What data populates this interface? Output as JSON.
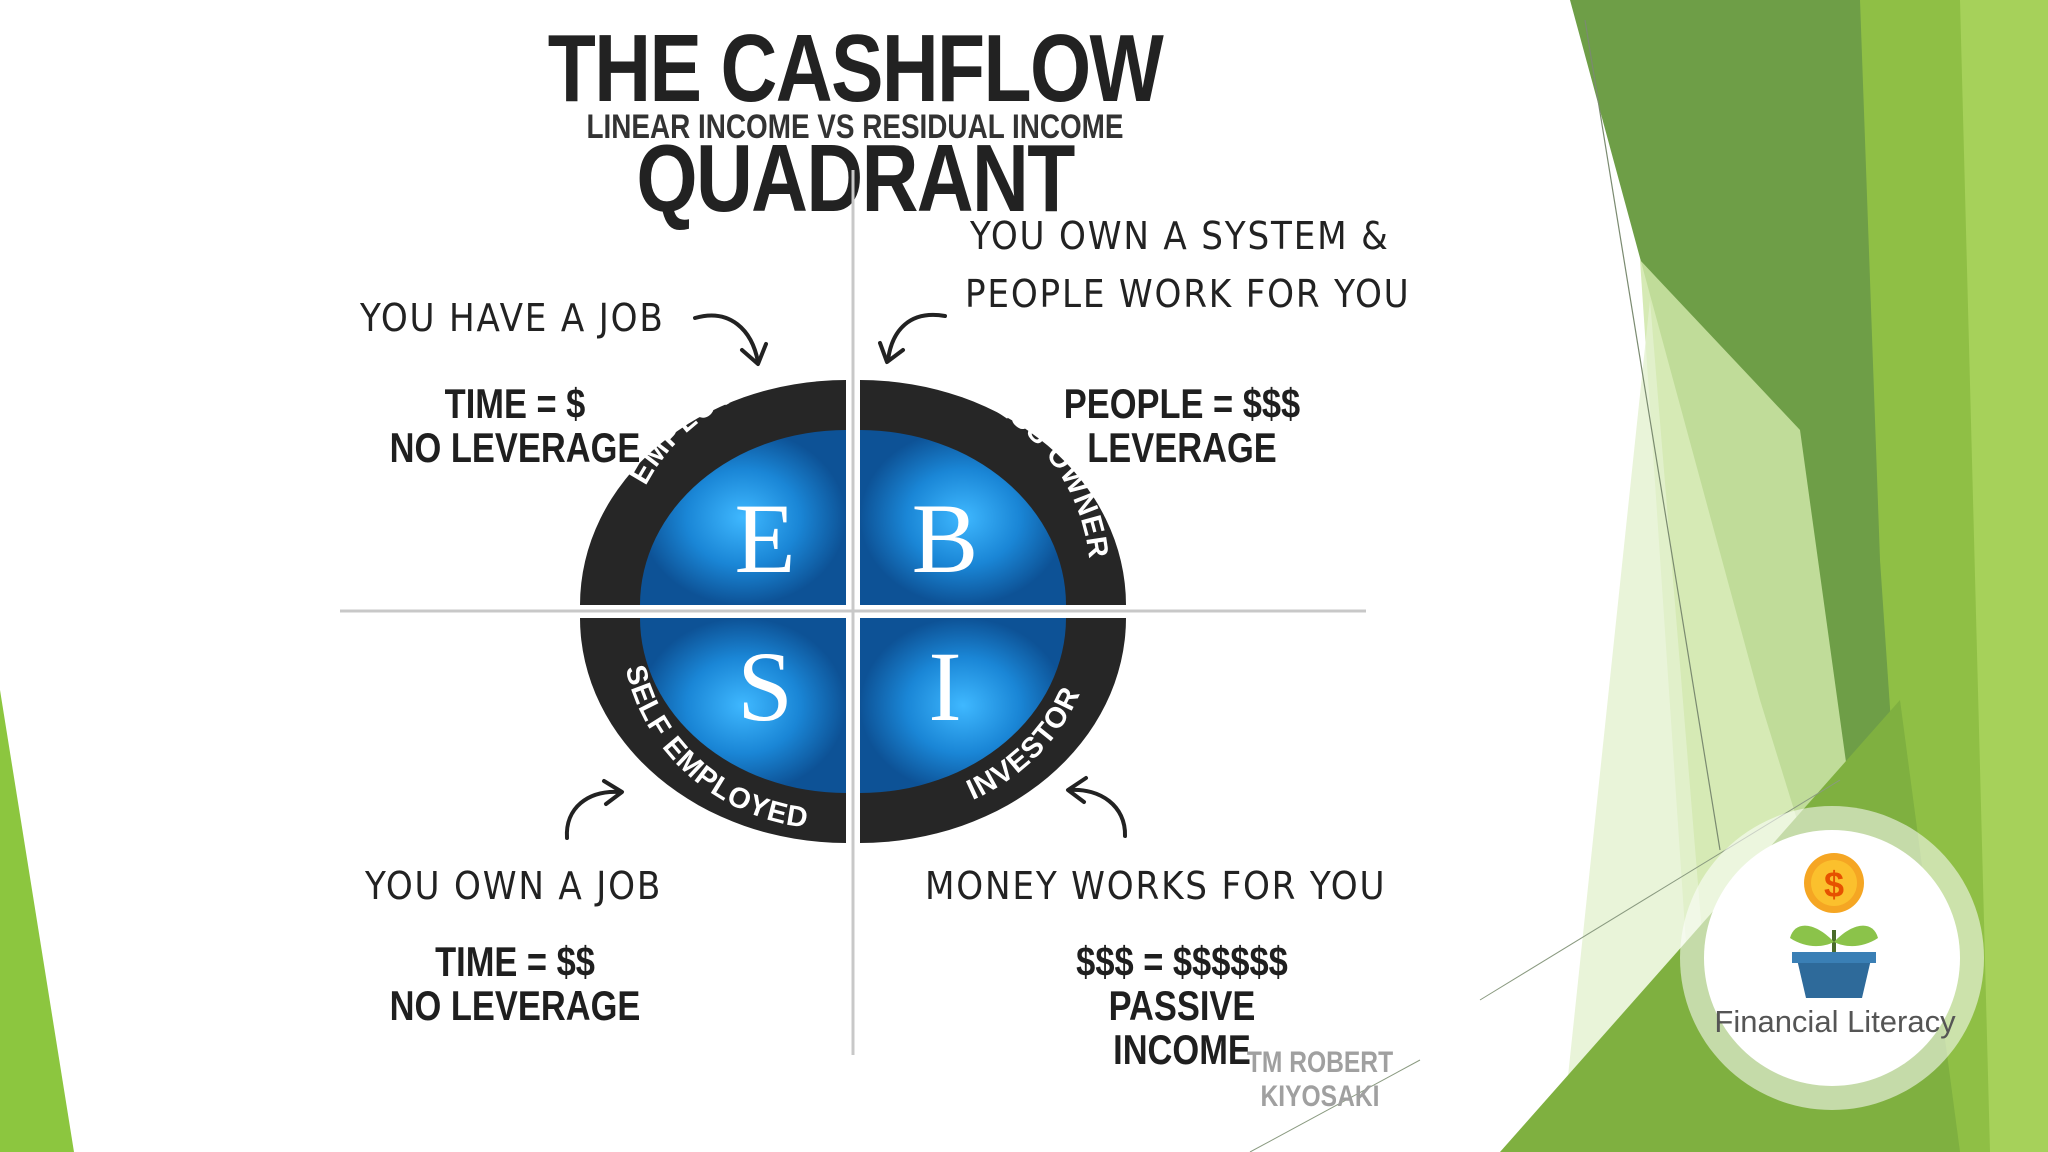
{
  "slide": {
    "title": "THE CASHFLOW QUADRANT",
    "subtitle": "LINEAR INCOME VS RESIDUAL INCOME",
    "credit": "TM ROBERT KIYOSAKI"
  },
  "quadrants": {
    "employee": {
      "letter": "E",
      "ring_label": "EMPLOYEE",
      "note": "YOU HAVE A JOB",
      "line1": "TIME = $",
      "line2": "NO LEVERAGE"
    },
    "business": {
      "letter": "B",
      "ring_label": "BUSINESS OWNER",
      "note_line1": "YOU OWN A SYSTEM &",
      "note_line2": "PEOPLE WORK FOR YOU",
      "line1": "PEOPLE = $$$",
      "line2": "LEVERAGE"
    },
    "self_employed": {
      "letter": "S",
      "ring_label": "SELF EMPLOYED",
      "note": "YOU OWN A JOB",
      "line1": "TIME = $$",
      "line2": "NO LEVERAGE"
    },
    "investor": {
      "letter": "I",
      "ring_label": "INVESTOR",
      "note": "MONEY WORKS FOR YOU",
      "line1": "$$$ = $$$$$$",
      "line2": "PASSIVE INCOME"
    }
  },
  "logo": {
    "coin_symbol": "$",
    "caption": "Financial Literacy"
  },
  "colors": {
    "green_dark": "#5e8c3a",
    "green_mid": "#7cb342",
    "green_light": "#9ccc65",
    "green_pale": "#c5e1a5",
    "blue_center": "#29a8f0",
    "blue_edge": "#0d5a9c",
    "ring": "#262626"
  }
}
